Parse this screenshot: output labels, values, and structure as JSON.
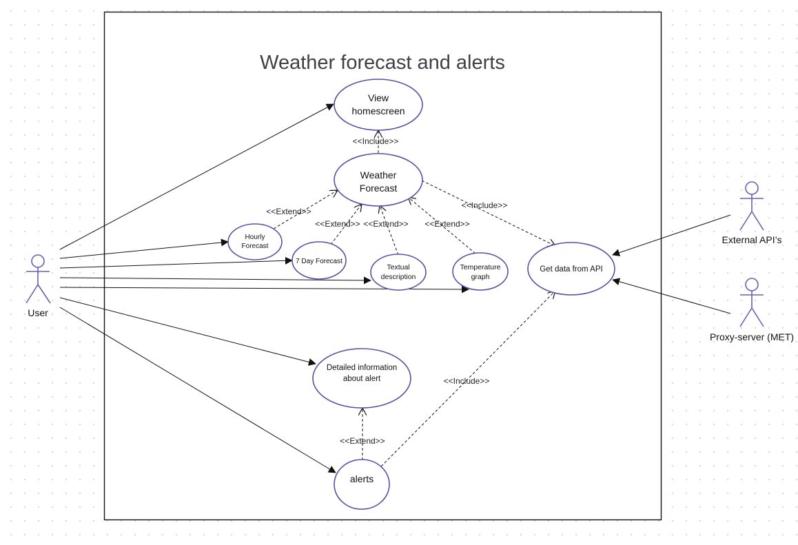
{
  "diagram": {
    "system_title": "Weather forecast and alerts",
    "use_cases": {
      "view_homescreen": [
        "View",
        "homescreen"
      ],
      "weather_forecast": [
        "Weather",
        "Forecast"
      ],
      "hourly_forecast": [
        "Hourly",
        "Forecast"
      ],
      "seven_day_forecast": [
        "7 Day Forecast"
      ],
      "textual_description": [
        "Textual",
        "description"
      ],
      "temperature_graph": [
        "Temperature",
        "graph"
      ],
      "get_data_from_api": [
        "Get data from API"
      ],
      "detailed_alert_info": [
        "Detailed information",
        "about alert"
      ],
      "alerts": [
        "alerts"
      ]
    },
    "actors": {
      "user": "User",
      "external_api": "External API’s",
      "proxy_server": "Proxy-server (MET)"
    },
    "stereotypes": {
      "include": "<<Include>>",
      "extend": "<<Extend>>"
    },
    "colors": {
      "use_case_border": "#5b4ea3",
      "actor": "#6a5fb3",
      "line": "#111111",
      "boundary": "#111111",
      "title": "#3f3f46"
    }
  }
}
